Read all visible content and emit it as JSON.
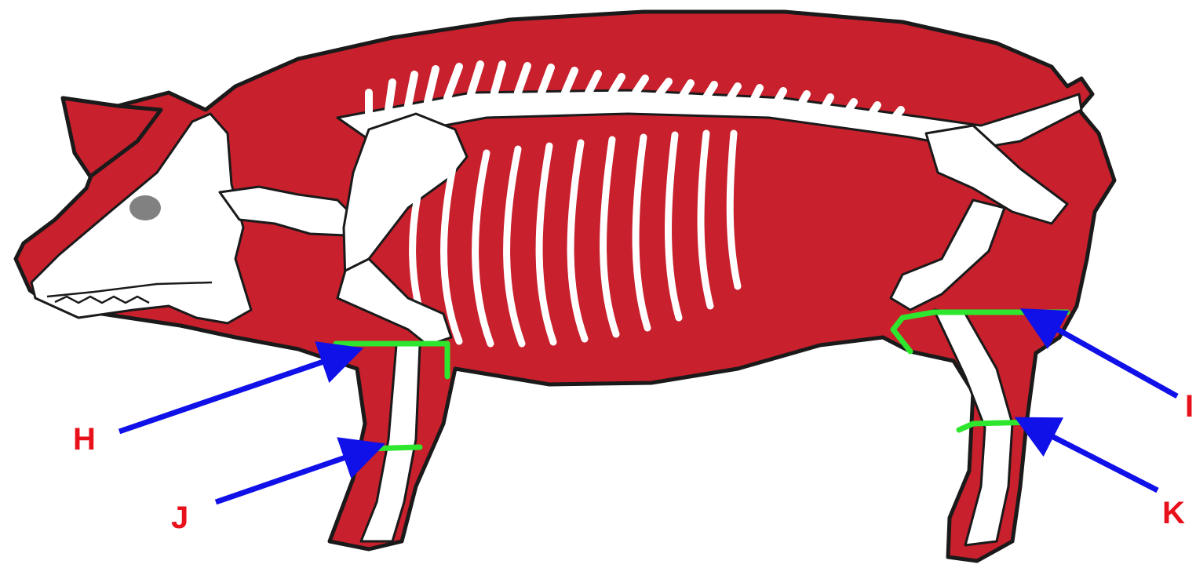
{
  "labels": {
    "H": "H",
    "I": "I",
    "J": "J",
    "K": "K"
  },
  "colors": {
    "body_fill": "#c8202c",
    "outline": "#1a1a1a",
    "bone": "#ffffff",
    "cut_line": "#2ee62e",
    "arrow": "#1010e8",
    "label": "#e8101a"
  }
}
